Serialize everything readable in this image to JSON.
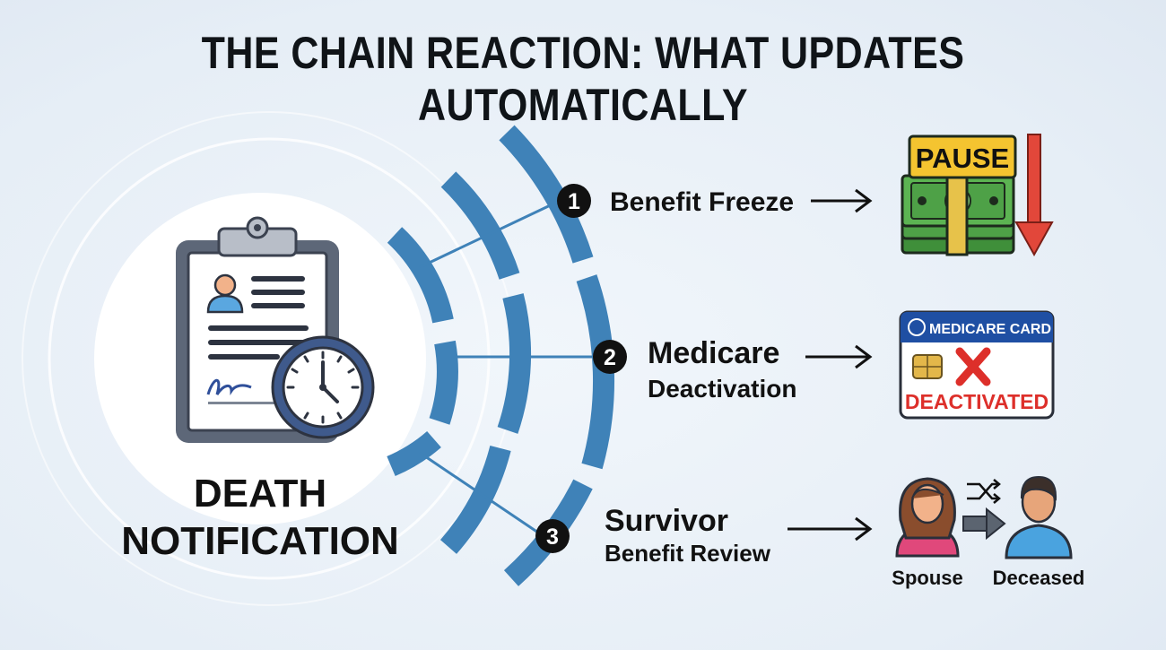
{
  "title": "THE CHAIN REACTION: WHAT UPDATES AUTOMATICALLY",
  "source": {
    "line1": "DEATH",
    "line2": "NOTIFICATION"
  },
  "steps": [
    {
      "number": "1",
      "label_line1": "Benefit Freeze",
      "label_line2": ""
    },
    {
      "number": "2",
      "label_line1": "Medicare",
      "label_line2": "Deactivation"
    },
    {
      "number": "3",
      "label_line1": "Survivor",
      "label_line2": "Benefit Review"
    }
  ],
  "outcomes": {
    "pause_sign": "PAUSE",
    "medicare_card_title": "MEDICARE CARD",
    "medicare_card_status": "DEACTIVATED",
    "person_left": "Spouse",
    "person_right": "Deceased"
  },
  "colors": {
    "wave_blue": "#3f82b8",
    "pause_yellow": "#f4c430",
    "arrow_red": "#e2473a",
    "card_blue": "#1f4fa3",
    "x_red": "#dd2f2a"
  }
}
